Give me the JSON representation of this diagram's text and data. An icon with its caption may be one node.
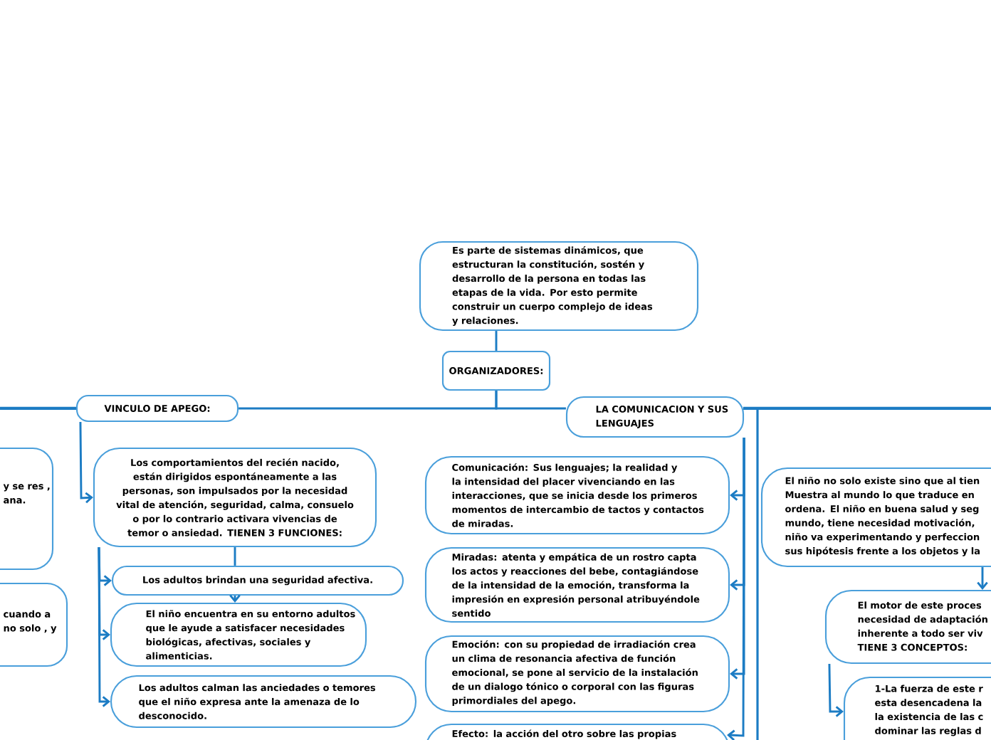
{
  "diagram": {
    "nodes": [
      {
        "text": [
          "Es parte de sistemas dinámicos, que estructuran la constitución, sostén y desarrollo de la persona en todas las etapas de la vida. Por esto permite construir un cuerpo complejo de ideas y relaciones."
        ]
      },
      {
        "text": [
          "ORGANIZADORES:"
        ]
      },
      {
        "text": [
          "VINCULO DE APEGO:"
        ]
      },
      {
        "text": [
          "LA COMUNICACION Y SUS LENGUAJES"
        ]
      },
      {
        "text": [
          "Los comportamientos del recién nacido, están dirigidos espontáneamente a las personas, son impulsados por la necesidad vital de atención, seguridad, calma, consuelo o por lo contrario activara vivencias de temor o ansiedad. TIENEN 3 FUNCIONES:"
        ]
      },
      {
        "text": [
          "Los adultos brindan una seguridad afectiva."
        ]
      },
      {
        "text": [
          "El niño encuentra en su entorno adultos que le ayude a satisfacer necesidades biológicas, afectivas, sociales y alimenticias."
        ]
      },
      {
        "text": [
          "Los adultos calman las anciedades o temores que el niño expresa ante la amenaza de lo desconocido."
        ]
      },
      {
        "text": [
          "y se res , ana."
        ]
      },
      {
        "text": [
          "cuando a no solo , y"
        ]
      },
      {
        "text": [
          "Comunicación: Sus lenguajes; la realidad y la intensidad del placer vivenciando en las interacciones, que se inicia desde los primeros momentos de intercambio de tactos y contactos de miradas."
        ]
      },
      {
        "text": [
          "Miradas: atenta y empática de un rostro capta los actos y reacciones del bebe, contagiándose de la intensidad de la emoción, transforma la impresión en expresión personal atribuyéndole sentido"
        ]
      },
      {
        "text": [
          "Emoción: con su propiedad de irradiación crea un clima de resonancia afectiva de función emocional, se pone al servicio de la instalación de un dialogo tónico o corporal con las figuras primordiales del apego."
        ]
      },
      {
        "text": [
          "Efecto: la acción del otro sobre las propias"
        ]
      },
      {
        "text": [
          "El niño no solo existe sino que al tien Muestra al mundo lo que traduce en ordena. El niño en buena salud y seg mundo, tiene necesidad motivación, niño va experimentando y perfeccion sus hipótesis frente a los objetos y la"
        ]
      },
      {
        "text": [
          "El motor de este proces necesidad de adaptación inherente a todo ser viv TIENE 3 CONCEPTOS:"
        ]
      },
      {
        "text": [
          "1-La fuerza de este r esta desencadena la la existencia de las c dominar las reglas d"
        ]
      }
    ],
    "edges": [
      {
        "from": 0,
        "to": 1,
        "arrow": "none"
      },
      {
        "from": 1,
        "to": 2,
        "arrow": "none"
      },
      {
        "from": 1,
        "to": 3,
        "arrow": "none"
      },
      {
        "from": 2,
        "to": 4,
        "arrow": "to"
      },
      {
        "from": 4,
        "to": 5,
        "arrow": "none"
      },
      {
        "from": 4,
        "to": 5,
        "arrow": "to"
      },
      {
        "from": 4,
        "to": 6,
        "arrow": "to"
      },
      {
        "from": 4,
        "to": 7,
        "arrow": "to"
      },
      {
        "from": 5,
        "to": 6,
        "arrow": "to"
      },
      {
        "from": 3,
        "to": 10,
        "arrow": "to"
      },
      {
        "from": 3,
        "to": 11,
        "arrow": "to"
      },
      {
        "from": 3,
        "to": 12,
        "arrow": "to"
      },
      {
        "from": 3,
        "to": 13,
        "arrow": "to"
      },
      {
        "from": 14,
        "to": 15,
        "arrow": "to"
      },
      {
        "from": 15,
        "to": 16,
        "arrow": "to"
      }
    ]
  }
}
